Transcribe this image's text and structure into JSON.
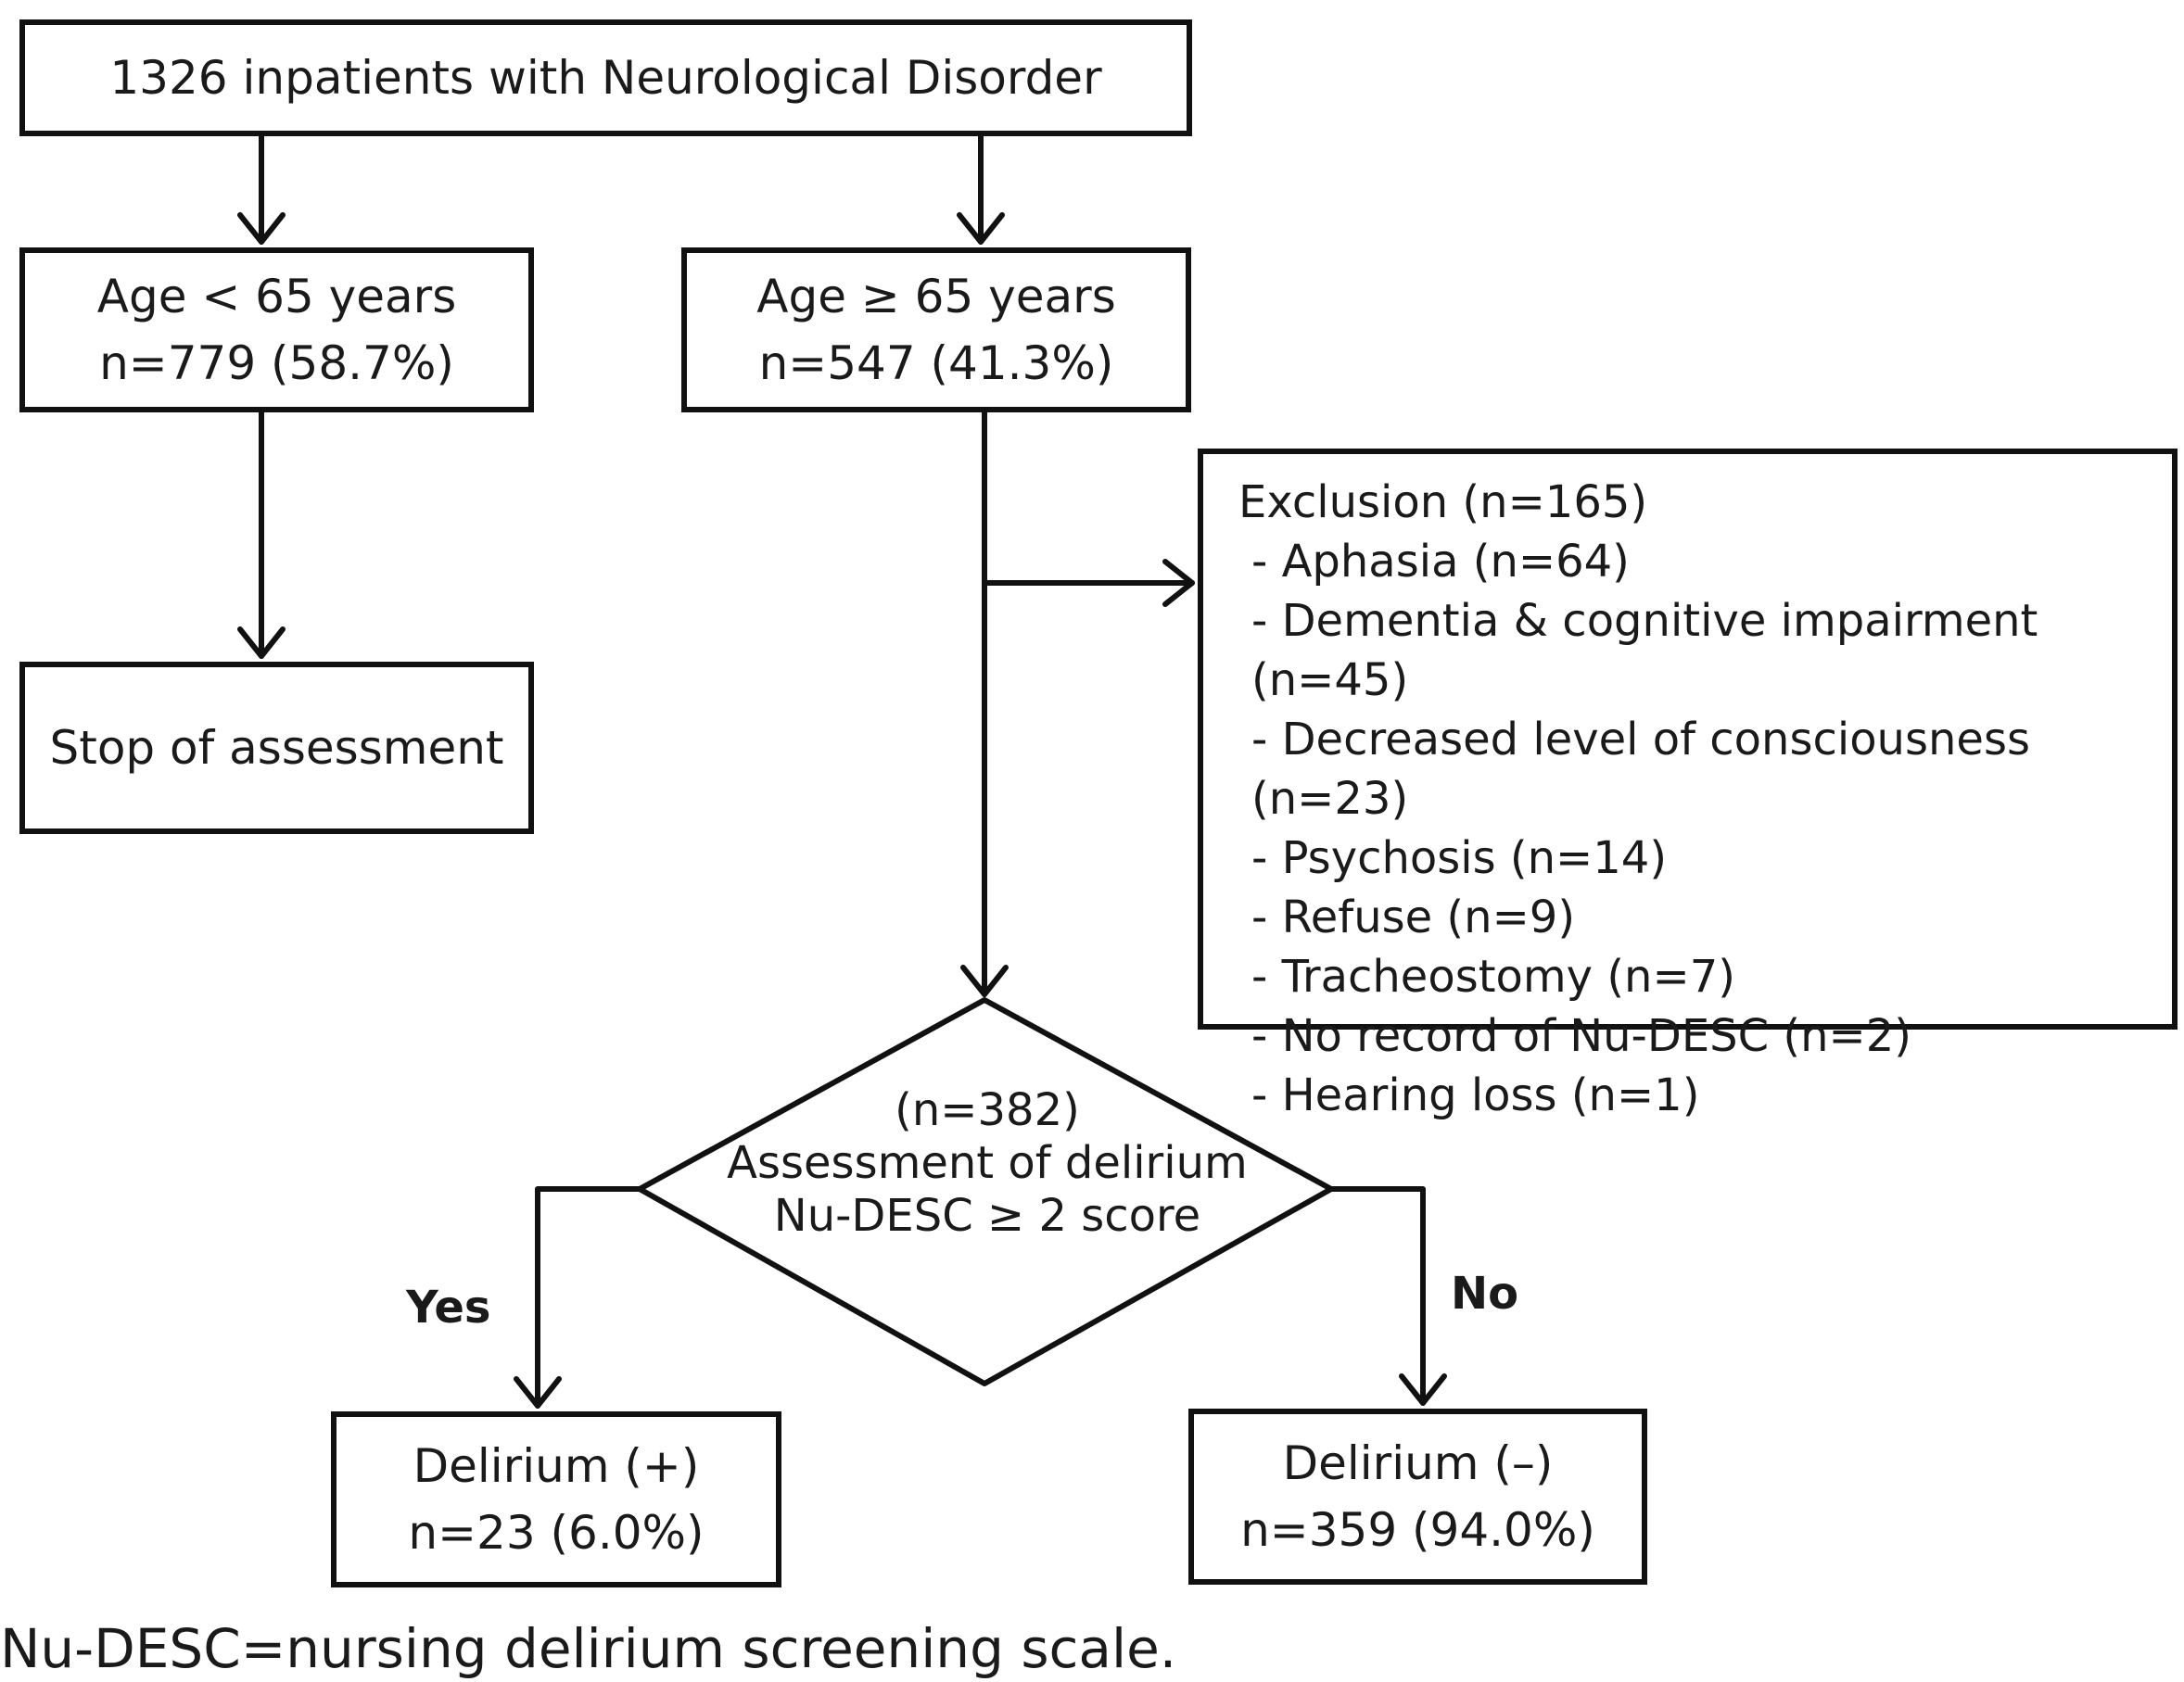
{
  "nodes": {
    "total": {
      "line1": "1326 inpatients with Neurological Disorder"
    },
    "young": {
      "line1": "Age < 65 years",
      "line2": "n=779 (58.7%)"
    },
    "old": {
      "line1": "Age ≥ 65 years",
      "line2": "n=547 (41.3%)"
    },
    "stop": {
      "line1": "Stop of assessment"
    },
    "exclusion": {
      "title": "Exclusion (n=165)",
      "items": [
        "- Aphasia (n=64)",
        "- Dementia & cognitive impairment (n=45)",
        "- Decreased level of consciousness (n=23)",
        "- Psychosis (n=14)",
        "- Refuse (n=9)",
        "- Tracheostomy (n=7)",
        "- No record of Nu-DESC (n=2)",
        "- Hearing loss (n=1)"
      ]
    },
    "decision": {
      "line1": "(n=382)",
      "line2": "Assessment of delirium",
      "line3": "Nu-DESC ≥ 2 score"
    },
    "positive": {
      "line1": "Delirium (+)",
      "line2": "n=23 (6.0%)"
    },
    "negative": {
      "line1": "Delirium (–)",
      "line2": "n=359 (94.0%)"
    }
  },
  "branch_labels": {
    "yes": "Yes",
    "no": "No"
  },
  "footnote": "Nu-DESC=nursing delirium screening scale."
}
